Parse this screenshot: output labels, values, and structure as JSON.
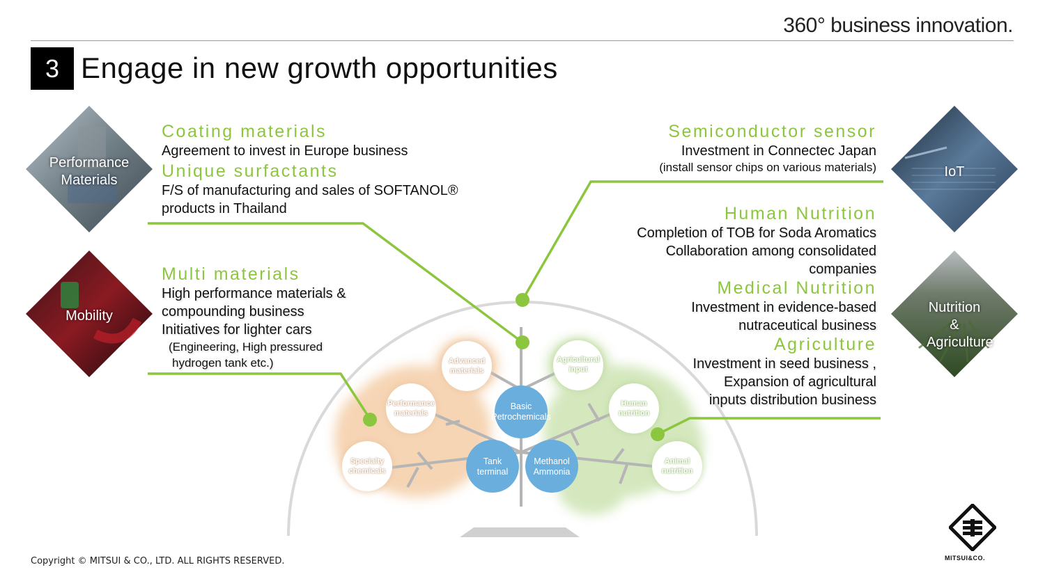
{
  "header": {
    "tagline": "360° business innovation.",
    "section_number": "3",
    "title": "Engage in new growth opportunities"
  },
  "diamonds": [
    {
      "label": "Performance Materials",
      "icon": "coating-photo"
    },
    {
      "label": "Mobility",
      "icon": "car-photo"
    },
    {
      "label": "IoT",
      "icon": "sensor-photo"
    },
    {
      "label": "Nutrition & Agriculture",
      "icon": "vineyard-photo"
    }
  ],
  "left": {
    "coating": {
      "heading": "Coating materials",
      "text": "Agreement to invest in Europe business"
    },
    "surfactants": {
      "heading": "Unique surfactants",
      "line1": "F/S of manufacturing and sales of SOFTANOL®",
      "line2": "products in Thailand"
    },
    "multi": {
      "heading": "Multi materials",
      "line1": "High performance materials &",
      "line2": "compounding business",
      "line3": "Initiatives for lighter cars",
      "line4": "(Engineering, High pressured",
      "line5": "hydrogen tank etc.)"
    }
  },
  "right": {
    "semi": {
      "heading": "Semiconductor sensor",
      "line1": "Investment in Connectec Japan",
      "line2": "(install sensor chips on various materials)"
    },
    "human": {
      "heading": "Human Nutrition",
      "line1": "Completion of TOB for Soda Aromatics",
      "line2": "Collaboration among consolidated",
      "line3": "companies"
    },
    "medical": {
      "heading": "Medical Nutrition",
      "line1": "Investment in evidence-based",
      "line2": "nutraceutical  business"
    },
    "agri": {
      "heading": "Agriculture",
      "line1": "Investment in seed business ,",
      "line2": "Expansion of agricultural",
      "line3": "inputs distribution business"
    }
  },
  "tree": {
    "basic": "Basic Petrochemicals",
    "tank": "Tank terminal",
    "methanol": "Methanol Ammonia",
    "advanced": "Advanced materials",
    "performance": "Performance materials",
    "specialty": "Specialty chemicals",
    "agri_input": "Agricultural input",
    "human_nutrition": "Human nutrition",
    "animal_nutrition": "Animal nutrition"
  },
  "colors": {
    "accent_green": "#8cc63f",
    "node_blue": "#6aaedd",
    "orange_blob": "#f3c79b",
    "green_blob": "#c6e0a8"
  },
  "footer": {
    "copyright": "Copyright © MITSUI & CO., LTD. ALL RIGHTS RESERVED.",
    "logo_text": "MITSUI&CO."
  }
}
